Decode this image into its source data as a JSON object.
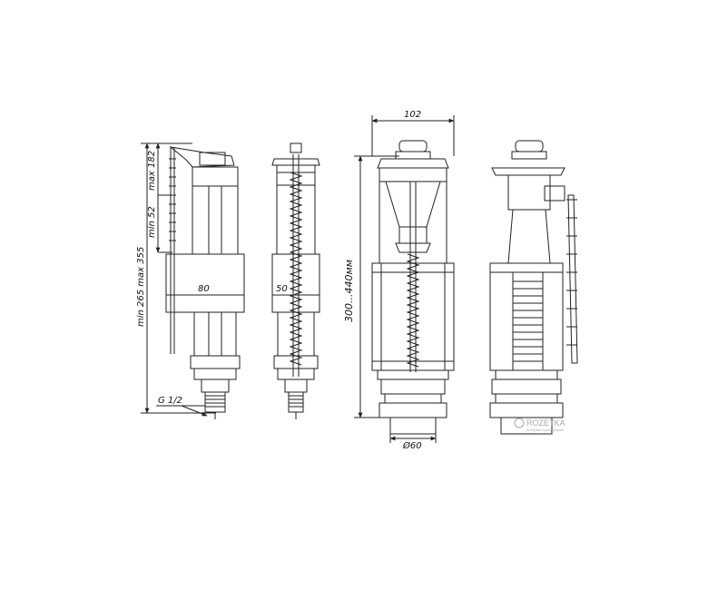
{
  "dimensions": {
    "fill_valve_height": "min 265  max 355",
    "float_travel_a": "max 182",
    "float_travel_b": "min 52",
    "float_width_side": "80",
    "float_width_front": "50",
    "thread": "G 1/2",
    "flush_width": "102",
    "flush_height": "300...440мм",
    "outlet_diameter": "Ø60"
  },
  "watermark": {
    "text": "ROZETKA",
    "subtext": "интернет-супермаркет"
  },
  "colors": {
    "line": "#222222",
    "fill": "#ffffff",
    "watermark": "#9a9a9a"
  }
}
